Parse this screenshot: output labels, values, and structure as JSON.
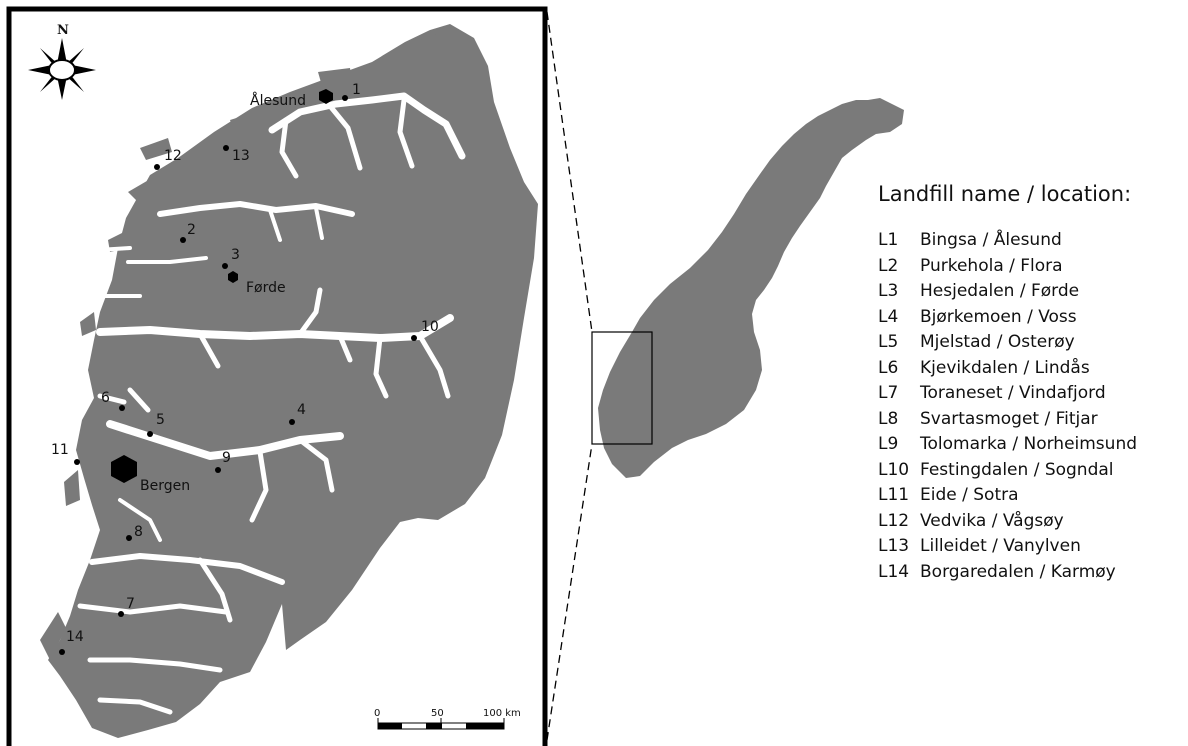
{
  "legend": {
    "title": "Landfill name / location:",
    "items": [
      {
        "code": "L1",
        "name": "Bingsa / Ålesund"
      },
      {
        "code": "L2",
        "name": "Purkehola / Flora"
      },
      {
        "code": "L3",
        "name": "Hesjedalen / Førde"
      },
      {
        "code": "L4",
        "name": "Bjørkemoen  / Voss"
      },
      {
        "code": "L5",
        "name": "Mjelstad / Osterøy"
      },
      {
        "code": "L6",
        "name": "Kjevikdalen / Lindås"
      },
      {
        "code": "L7",
        "name": "Toraneset / Vindafjord"
      },
      {
        "code": "L8",
        "name": "Svartasmoget / Fitjar"
      },
      {
        "code": "L9",
        "name": "Tolomarka / Norheimsund"
      },
      {
        "code": "L10",
        "name": "Festingdalen / Sogndal"
      },
      {
        "code": "L11",
        "name": "Eide / Sotra"
      },
      {
        "code": "L12",
        "name": "Vedvika / Vågsøy"
      },
      {
        "code": "L13",
        "name": "Lilleidet / Vanylven"
      },
      {
        "code": "L14",
        "name": "Borgaredalen / Karmøy"
      }
    ]
  },
  "map": {
    "compass_north": "N",
    "cities": {
      "alesund": "Ålesund",
      "forde": "Førde",
      "bergen": "Bergen"
    },
    "sites": [
      "1",
      "2",
      "3",
      "4",
      "5",
      "6",
      "7",
      "8",
      "9",
      "10",
      "11",
      "12",
      "13",
      "14"
    ],
    "scale": {
      "start": "0",
      "mid": "50",
      "end": "100 km"
    }
  },
  "colors": {
    "land": "#7a7a7a",
    "water": "#ffffff",
    "frame": "#000000"
  }
}
